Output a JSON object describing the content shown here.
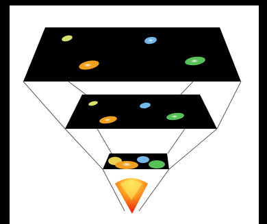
{
  "diagram": {
    "background_color": "#000000",
    "panel_color": "#ffffff",
    "slab_color": "#000000",
    "line_color": "#555555",
    "layers": [
      {
        "name": "present",
        "galaxies": [
          {
            "name": "pale-yellow-galaxy",
            "color": "#d8e070"
          },
          {
            "name": "blue-galaxy",
            "color": "#78b8e8"
          },
          {
            "name": "orange-galaxy",
            "color": "#f0a020"
          },
          {
            "name": "green-galaxy",
            "color": "#58c058"
          }
        ]
      },
      {
        "name": "middle",
        "galaxies": [
          {
            "name": "pale-yellow-galaxy",
            "color": "#d8e070"
          },
          {
            "name": "blue-galaxy",
            "color": "#78b8e8"
          },
          {
            "name": "orange-galaxy",
            "color": "#f0a020"
          },
          {
            "name": "green-galaxy",
            "color": "#58c058"
          }
        ]
      },
      {
        "name": "early",
        "galaxies": [
          {
            "name": "yellow-galaxy",
            "color": "#e8d050"
          },
          {
            "name": "blue-galaxy",
            "color": "#78b8e8"
          },
          {
            "name": "orange-galaxy",
            "color": "#f0a020"
          },
          {
            "name": "green-galaxy",
            "color": "#58c058"
          }
        ]
      }
    ],
    "origin_colors": [
      "#ffee60",
      "#ff9a20",
      "#e83010"
    ]
  }
}
